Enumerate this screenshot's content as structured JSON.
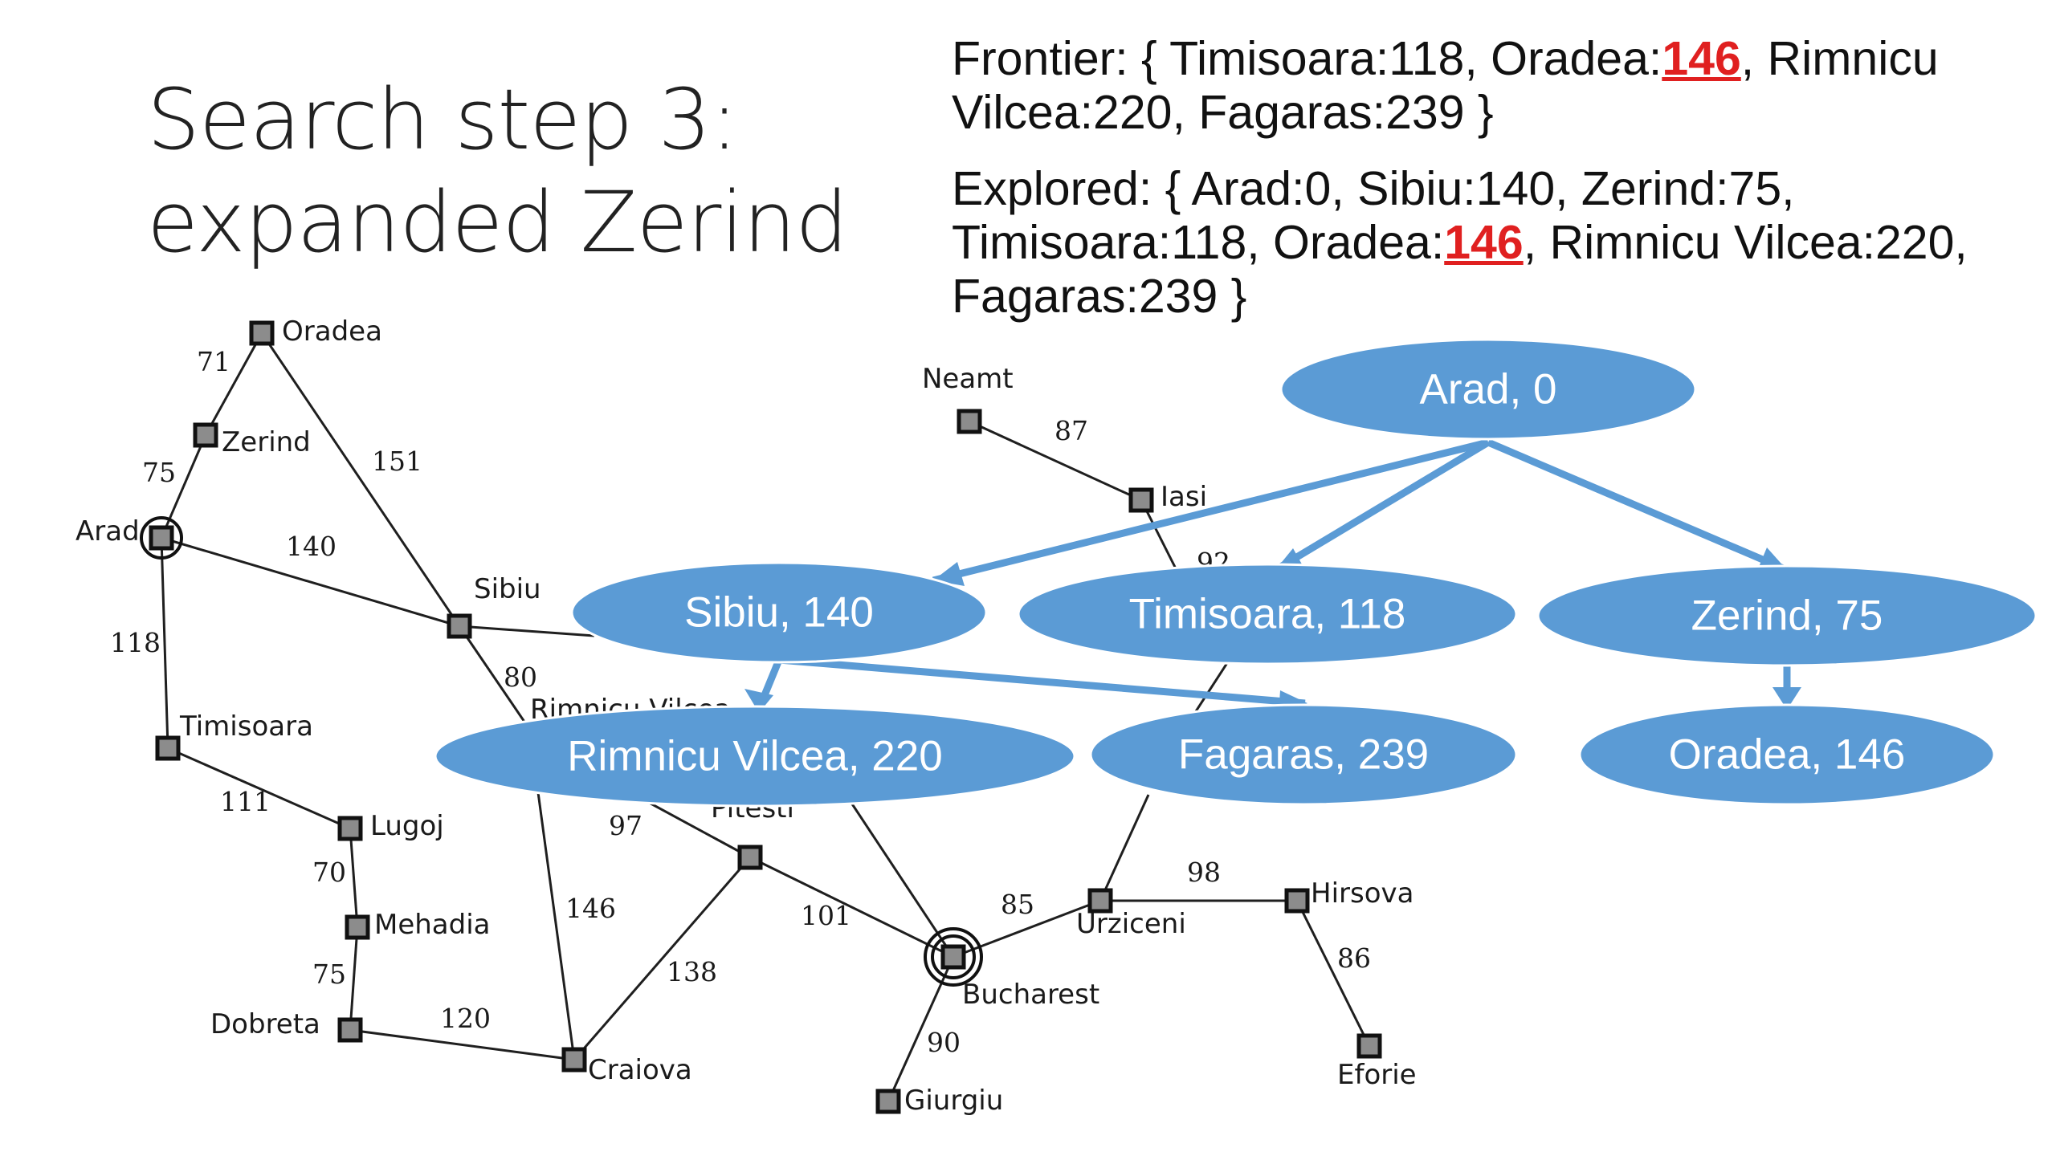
{
  "title": {
    "line1": "Search step 3:",
    "line2": "expanded Zerind"
  },
  "frontier": {
    "prefix": "Frontier: { Timisoara:118, Oradea:",
    "highlight": "146",
    "suffix": ",  Rimnicu Vilcea:220, Fagaras:239 }"
  },
  "explored": {
    "prefix": "Explored: { Arad:0, Sibiu:140, Zerind:75, Timisoara:118, Oradea:",
    "highlight": "146",
    "suffix": ", Rimnicu Vilcea:220, Fagaras:239 }"
  },
  "colors": {
    "highlight": "#e02020",
    "tree_node": "#5b9bd5",
    "text": "#111111"
  },
  "map": {
    "cities": {
      "oradea": "Oradea",
      "zerind": "Zerind",
      "arad": "Arad",
      "sibiu": "Sibiu",
      "timisoara": "Timisoara",
      "lugoj": "Lugoj",
      "mehadia": "Mehadia",
      "dobreta": "Dobreta",
      "craiova": "Craiova",
      "rimnicu": "Rimnicu Vilcea",
      "pitesti": "Pitesti",
      "bucharest": "Bucharest",
      "giurgiu": "Giurgiu",
      "urziceni": "Urziceni",
      "hirsova": "Hirsova",
      "eforie": "Eforie",
      "neamt": "Neamt",
      "iasi": "Iasi"
    },
    "distances": {
      "oradea_zerind": "71",
      "zerind_arad": "75",
      "oradea_sibiu": "151",
      "arad_sibiu": "140",
      "arad_timisoara": "118",
      "sibiu_rimnicu": "80",
      "timisoara_lugoj": "111",
      "lugoj_mehadia": "70",
      "mehadia_dobreta": "75",
      "dobreta_craiova": "120",
      "rimnicu_craiova": "146",
      "rimnicu_pitesti": "97",
      "craiova_pitesti": "138",
      "pitesti_bucharest": "101",
      "bucharest_urziceni": "85",
      "bucharest_giurgiu": "90",
      "urziceni_hirsova": "98",
      "hirsova_eforie": "86",
      "neamt_iasi": "87",
      "iasi_vaslui": "92"
    }
  },
  "tree": {
    "root": "Arad, 0",
    "sibiu": "Sibiu, 140",
    "timisoara": "Timisoara, 118",
    "zerind": "Zerind, 75",
    "rimnicu": "Rimnicu Vilcea, 220",
    "fagaras": "Fagaras, 239",
    "oradea": "Oradea, 146"
  }
}
